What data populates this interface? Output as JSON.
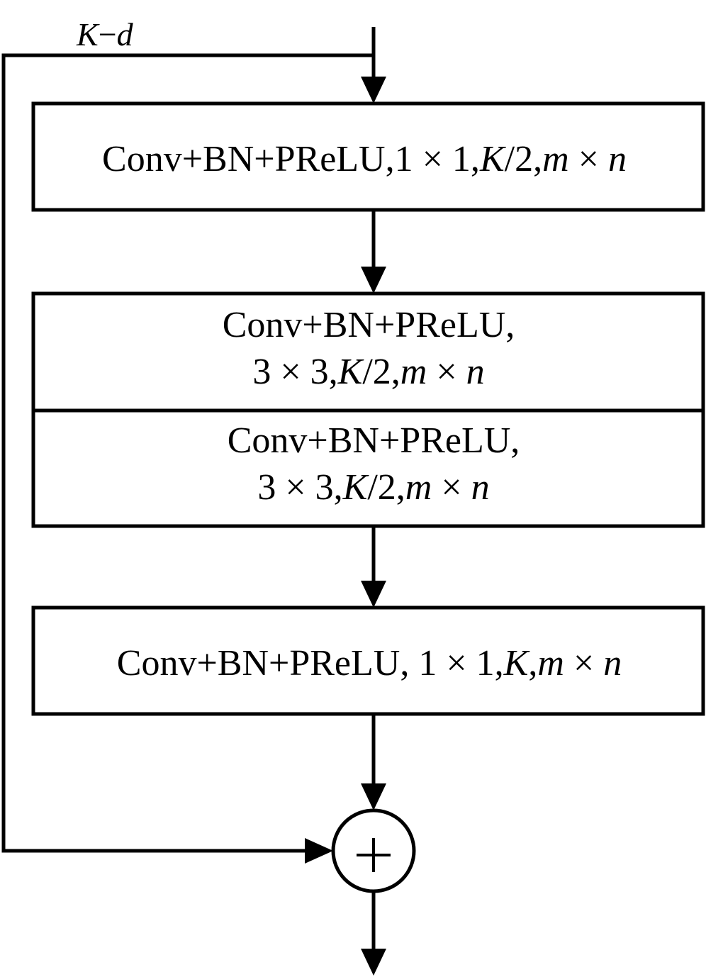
{
  "skip": {
    "label_var1": "K",
    "label_op": "−",
    "label_var2": "d"
  },
  "block1": {
    "prefix": "Conv+BN+PReLU,1 × 1,",
    "k": "K",
    "k_rest": "/2,",
    "m": "m",
    "times": " × ",
    "n": "n"
  },
  "block2": {
    "line1": "Conv+BN+PReLU,",
    "line2_prefix": "3 × 3,",
    "k": "K",
    "k_rest": "/2,",
    "m": "m",
    "times": " × ",
    "n": "n"
  },
  "block3": {
    "line1": "Conv+BN+PReLU,",
    "line2_prefix": "3 × 3,",
    "k": "K",
    "k_rest": "/2,",
    "m": "m",
    "times": " × ",
    "n": "n"
  },
  "block4": {
    "prefix": "Conv+BN+PReLU, 1 × 1,",
    "k": "K",
    "k_rest": ",",
    "m": "m",
    "times": " × ",
    "n": "n"
  },
  "sum_node": {
    "symbol": "+"
  }
}
